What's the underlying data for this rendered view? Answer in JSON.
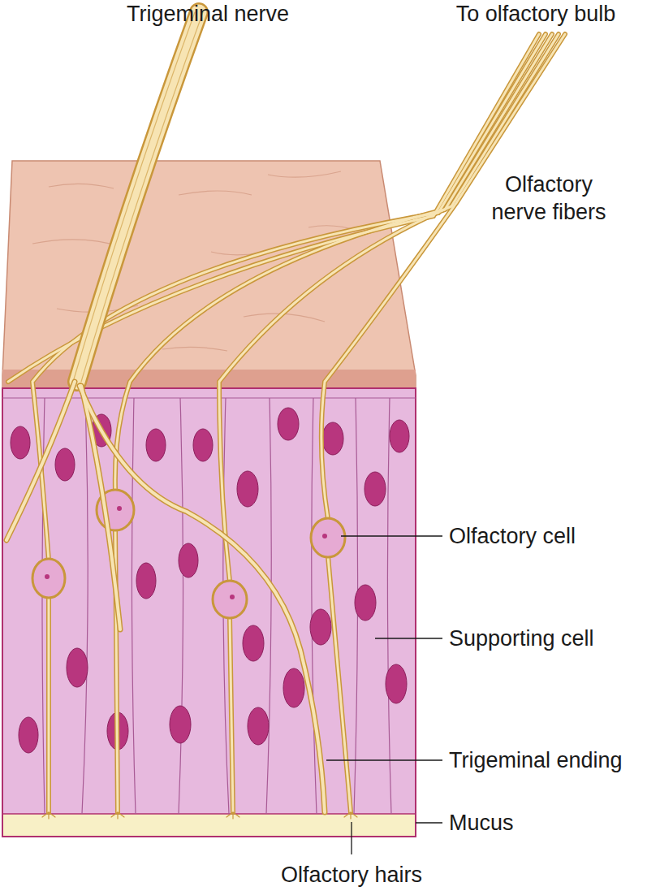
{
  "diagram": {
    "labels": [
      "Trigeminal nerve",
      "To olfactory bulb",
      "Olfactory nerve fibers",
      "Olfactory cell",
      "Supporting cell",
      "Trigeminal ending",
      "Mucus",
      "Olfactory hairs"
    ]
  }
}
